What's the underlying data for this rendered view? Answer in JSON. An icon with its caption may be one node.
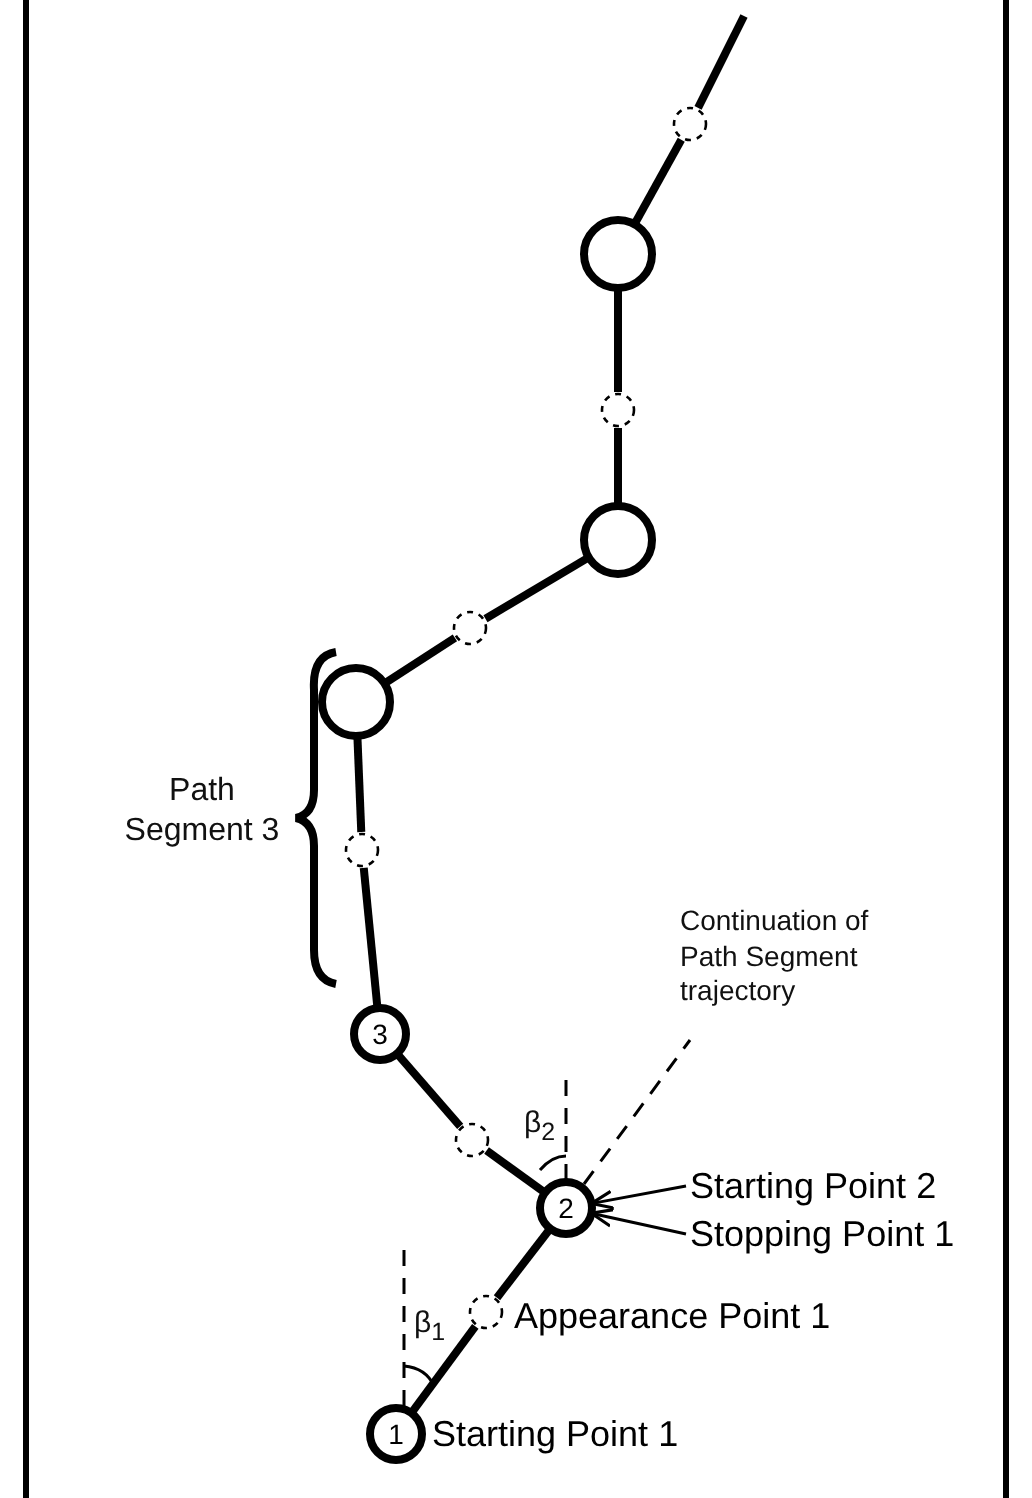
{
  "diagram": {
    "nodes": [
      {
        "text": [],
        "shape": "circle"
      },
      {
        "text": [],
        "shape": "circle"
      },
      {
        "text": [],
        "shape": "circle"
      },
      {
        "text": [],
        "shape": "circle"
      },
      {
        "text": [],
        "shape": "circle"
      },
      {
        "text": [],
        "shape": "circle"
      },
      {
        "text": [],
        "shape": "circle"
      },
      {
        "text": [
          "3"
        ]
      },
      {
        "text": [],
        "shape": "circle"
      },
      {
        "text": [
          "2"
        ]
      },
      {
        "text": [
          "Starting Point 2"
        ]
      },
      {
        "text": [
          "Stopping Point 1"
        ]
      },
      {
        "text": [],
        "shape": "circle",
        "beside": [
          "Appearance Point 1"
        ]
      },
      {
        "text": [
          "1"
        ],
        "beside": [
          "Starting Point 1"
        ]
      }
    ],
    "edges": [
      {
        "from": null,
        "to": 0,
        "arrow": "none"
      },
      {
        "from": 0,
        "to": 1,
        "arrow": "none"
      },
      {
        "from": 1,
        "to": 2,
        "arrow": "none"
      },
      {
        "from": 2,
        "to": 3,
        "arrow": "none"
      },
      {
        "from": 3,
        "to": 4,
        "arrow": "none"
      },
      {
        "from": 4,
        "to": 5,
        "arrow": "none"
      },
      {
        "from": 5,
        "to": 6,
        "arrow": "none"
      },
      {
        "from": 6,
        "to": 7,
        "arrow": "none"
      },
      {
        "from": 7,
        "to": 8,
        "arrow": "none"
      },
      {
        "from": 8,
        "to": 9,
        "arrow": "none"
      },
      {
        "from": 10,
        "to": 9,
        "arrow": "to"
      },
      {
        "from": 11,
        "to": 9,
        "arrow": "to"
      },
      {
        "from": 9,
        "to": 12,
        "arrow": "none"
      },
      {
        "from": 12,
        "to": 13,
        "arrow": "none"
      }
    ],
    "labels": [
      "Path Segment 3",
      "Continuation of Path Segment trajectory",
      "β$_{2}$",
      "β$_{1}$"
    ]
  }
}
